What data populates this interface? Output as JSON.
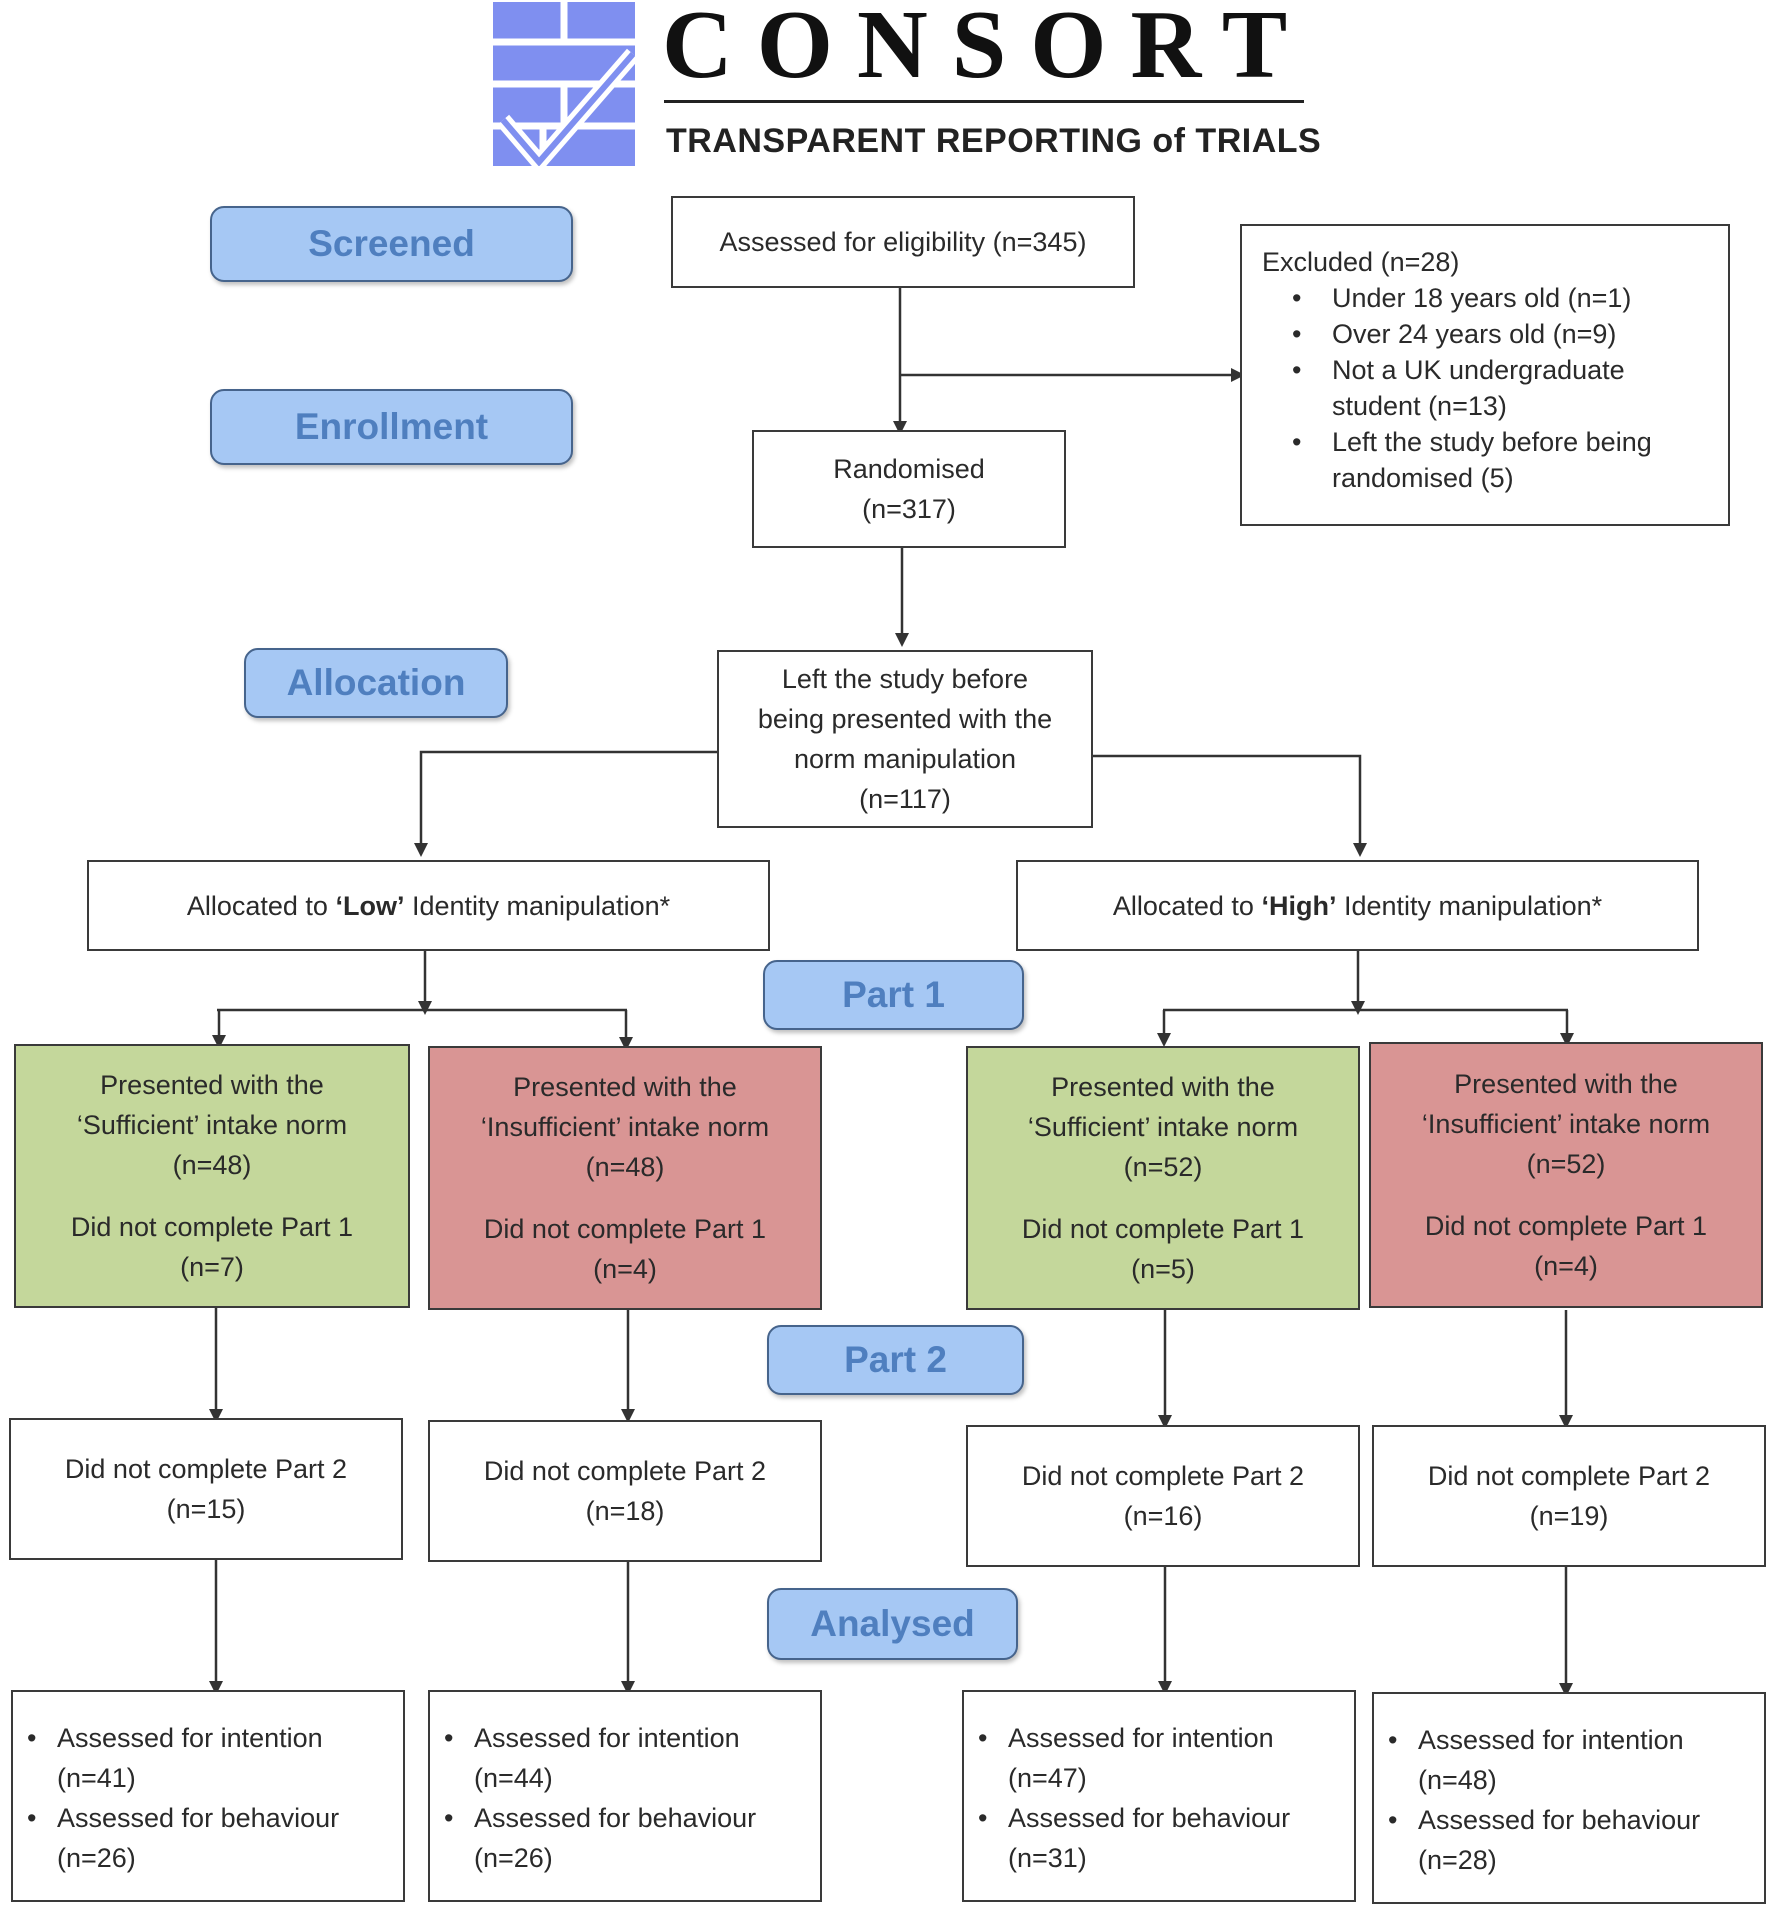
{
  "logo": {
    "word": "CONSORT",
    "tagline": "TRANSPARENT REPORTING of TRIALS",
    "colors": {
      "mark": "#7f8ff0",
      "mark_dark": "#5a6fe0"
    }
  },
  "stages": {
    "screened": "Screened",
    "enrollment": "Enrollment",
    "allocation": "Allocation",
    "part1": "Part 1",
    "part2": "Part 2",
    "analysed": "Analysed"
  },
  "assessed": "Assessed for eligibility (n=345)",
  "excluded": {
    "title": "Excluded (n=28)",
    "items": [
      [
        "Under 18 years old (n=1)"
      ],
      [
        "Over 24 years old (n=9)"
      ],
      [
        "Not a UK undergraduate",
        "student (n=13)"
      ],
      [
        "Left the study before being",
        "randomised (5)"
      ]
    ]
  },
  "randomised": {
    "line1": "Randomised",
    "line2": "(n=317)"
  },
  "left_study": {
    "line1": "Left the study before",
    "line2": "being presented with the",
    "line3": "norm manipulation",
    "line4": "(n=117)"
  },
  "allocated_low": {
    "pre": "Allocated to ",
    "bold": "‘Low’",
    "post": " Identity manipulation*"
  },
  "allocated_high": {
    "pre": "Allocated to ",
    "bold": "‘High’",
    "post": " Identity manipulation*"
  },
  "groups": [
    {
      "line1": "Presented with the",
      "line2": "‘Sufficient’ intake norm",
      "n": "(n=48)",
      "dnc1": "Did not complete Part 1",
      "dnc1_n": "(n=7)",
      "dnc2": "Did not complete Part 2",
      "dnc2_n": "(n=15)",
      "intention": "Assessed for intention",
      "intention_n": "(n=41)",
      "behaviour": "Assessed for behaviour",
      "behaviour_n": "(n=26)"
    },
    {
      "line1": "Presented with the",
      "line2": "‘Insufficient’ intake norm",
      "n": "(n=48)",
      "dnc1": "Did not complete Part 1",
      "dnc1_n": "(n=4)",
      "dnc2": "Did not complete Part 2",
      "dnc2_n": "(n=18)",
      "intention": "Assessed for intention",
      "intention_n": "(n=44)",
      "behaviour": "Assessed for behaviour",
      "behaviour_n": "(n=26)"
    },
    {
      "line1": "Presented with the",
      "line2": "‘Sufficient’ intake norm",
      "n": "(n=52)",
      "dnc1": "Did not complete Part 1",
      "dnc1_n": "(n=5)",
      "dnc2": "Did not complete Part 2",
      "dnc2_n": "(n=16)",
      "intention": "Assessed for intention",
      "intention_n": "(n=47)",
      "behaviour": "Assessed for behaviour",
      "behaviour_n": "(n=31)"
    },
    {
      "line1": "Presented with the",
      "line2": "‘Insufficient’ intake norm",
      "n": "(n=52)",
      "dnc1": "Did not complete Part 1",
      "dnc1_n": "(n=4)",
      "dnc2": "Did not complete Part 2",
      "dnc2_n": "(n=19)",
      "intention": "Assessed for intention",
      "intention_n": "(n=48)",
      "behaviour": "Assessed for behaviour",
      "behaviour_n": "(n=28)"
    }
  ],
  "colors": {
    "sufficient": "#c4d79b",
    "insufficient": "#d99594",
    "stage": "#a6c8f4",
    "stage_text": "#4f7fbf"
  }
}
